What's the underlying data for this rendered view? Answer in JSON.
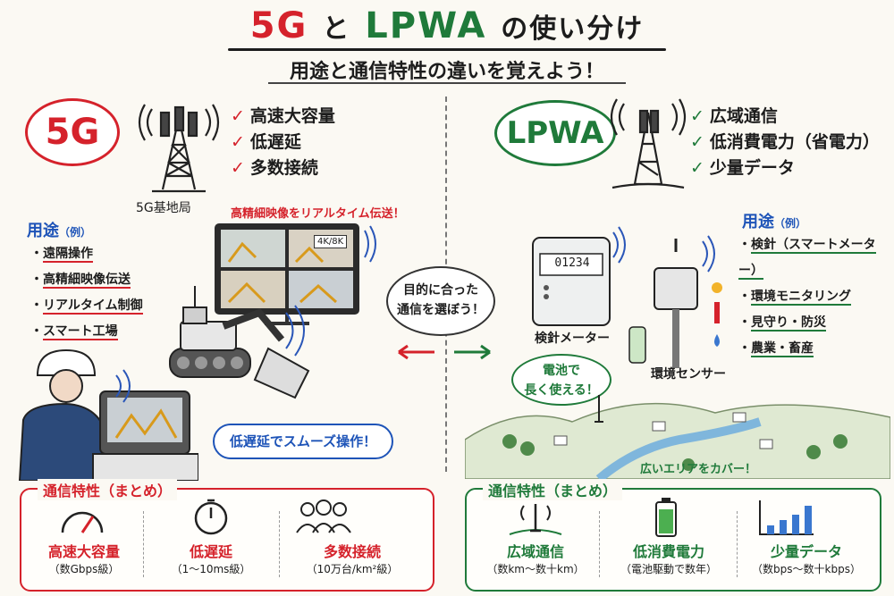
{
  "title": {
    "part1": "5G",
    "part2": "と",
    "part3": "LPWA",
    "part4": "の使い分け"
  },
  "subtitle": "用途と通信特性の違いを覚えよう！",
  "left": {
    "badge": "5G",
    "checks": [
      "高速大容量",
      "低遅延",
      "多数接続"
    ],
    "tower_label": "5G基地局",
    "video_note": "高精細映像をリアルタイム伝送！",
    "usage_title": "用途",
    "usage_sub": "（例）",
    "usage": [
      "遠隔操作",
      "高精細映像伝送",
      "リアルタイム制御",
      "スマート工場"
    ],
    "monitor_badge": "4K/8K",
    "bubble": "低遅延でスムーズ操作！"
  },
  "center_bubble": {
    "line1": "目的に合った",
    "line2": "通信を選ぼう！"
  },
  "right": {
    "badge": "LPWA",
    "checks": [
      "広域通信",
      "低消費電力（省電力）",
      "少量データ"
    ],
    "usage_title": "用途",
    "usage_sub": "（例）",
    "usage": [
      "検針（スマートメーター）",
      "環境モニタリング",
      "見守り・防災",
      "農業・畜産"
    ],
    "meter_display": "01234",
    "meter_label": "検針メーター",
    "sensor_label": "環境センサー",
    "battery_bubble": {
      "line1": "電池で",
      "line2": "長く使える！"
    },
    "area_note": "広いエリアをカバー！"
  },
  "panel_left": {
    "title": "通信特性（まとめ）",
    "items": [
      {
        "label": "高速大容量",
        "sub": "（数Gbps級）"
      },
      {
        "label": "低遅延",
        "sub": "（1〜10ms級）"
      },
      {
        "label": "多数接続",
        "sub": "（10万台/km²級）"
      }
    ]
  },
  "panel_right": {
    "title": "通信特性（まとめ）",
    "items": [
      {
        "label": "広域通信",
        "sub": "（数km〜数十km）"
      },
      {
        "label": "低消費電力",
        "sub": "（電池駆動で数年）"
      },
      {
        "label": "少量データ",
        "sub": "（数bps〜数十kbps）"
      }
    ]
  },
  "colors": {
    "red": "#d5222b",
    "green": "#1f7a3a",
    "blue": "#1e54b8"
  }
}
